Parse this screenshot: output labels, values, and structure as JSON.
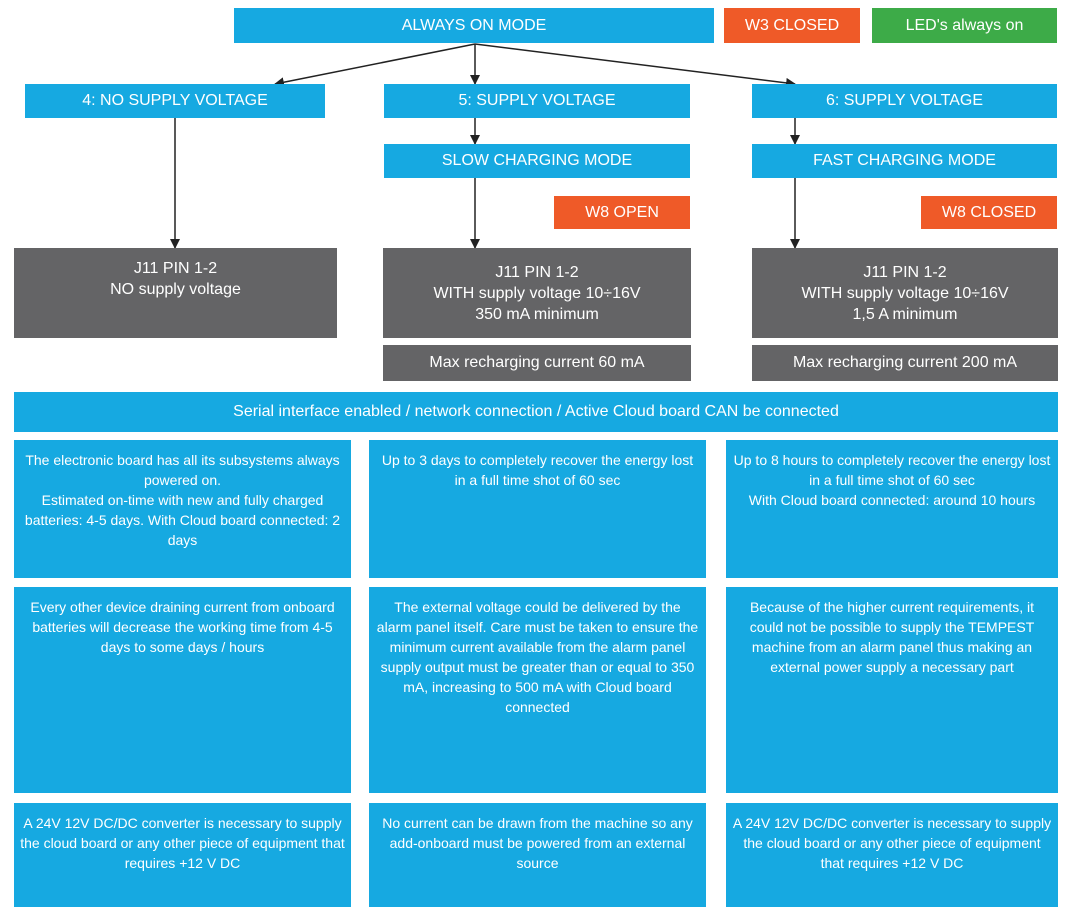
{
  "colors": {
    "blue": "#16a9e1",
    "orange": "#ef5a28",
    "green": "#3dab48",
    "gray": "#646466"
  },
  "top": {
    "mode": "ALWAYS ON MODE",
    "w3": "W3 CLOSED",
    "led": "LED's always on"
  },
  "columns": [
    {
      "title": "4: NO SUPPLY VOLTAGE",
      "pin": "J11 PIN 1-2\nNO supply voltage"
    },
    {
      "title": "5: SUPPLY VOLTAGE",
      "mode": "SLOW CHARGING MODE",
      "jumper": "W8 OPEN",
      "pin": "J11 PIN 1-2\nWITH supply voltage 10÷16V\n350 mA minimum",
      "recharge": "Max recharging current 60 mA"
    },
    {
      "title": "6: SUPPLY VOLTAGE",
      "mode": "FAST CHARGING MODE",
      "jumper": "W8 CLOSED",
      "pin": "J11 PIN 1-2\nWITH supply voltage 10÷16V\n1,5 A minimum",
      "recharge": "Max recharging current 200 mA"
    }
  ],
  "serial_banner": "Serial interface enabled / network connection / Active Cloud board CAN be connected",
  "rows": [
    [
      "The electronic board has all its subsystems always powered on.\nEstimated on-time with new and fully charged batteries: 4-5 days. With Cloud board connected: 2 days",
      "Up to 3 days to completely recover the energy lost in a full time shot of 60 sec",
      "Up to 8 hours to completely recover the energy lost in a full time shot of 60 sec\nWith Cloud board connected: around 10 hours"
    ],
    [
      "Every other device draining current from onboard batteries will decrease the working time from 4-5 days to some days / hours",
      "The external voltage could be delivered by the alarm panel itself. Care must be taken to ensure the minimum current available from the alarm panel supply output must be greater than or equal to 350 mA, increasing to 500 mA with Cloud board connected",
      "Because of the higher current requirements, it could not be possible to supply the TEMPEST machine from an alarm panel thus making an external power supply a necessary part"
    ],
    [
      "A 24V  12V DC/DC converter is necessary to supply the cloud board or any other piece of equipment that requires +12 V DC",
      "No current can be drawn from the machine so any add-onboard must be powered from an external source",
      "A 24V  12V DC/DC converter is necessary to supply the cloud board or any other piece of equipment that requires +12 V DC"
    ]
  ]
}
